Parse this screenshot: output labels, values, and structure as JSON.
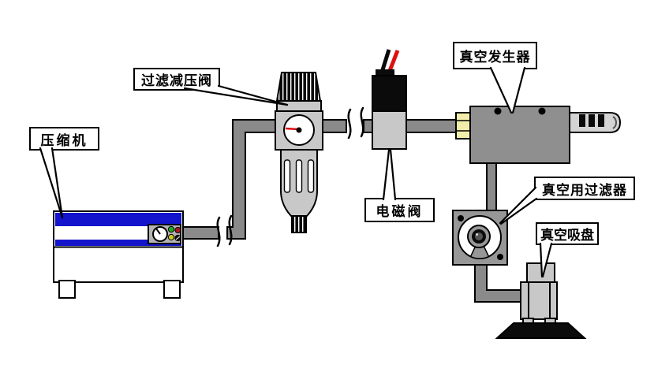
{
  "diagram": {
    "labels": {
      "compressor": "压缩机",
      "filter_regulator": "过滤减压阀",
      "solenoid_valve": "电磁阀",
      "vacuum_generator": "真空发生器",
      "vacuum_filter": "真空用过滤器",
      "vacuum_suction_cup": "真空吸盘"
    },
    "colors": {
      "pipe": "#8a8a8a",
      "component-light": "#c8c8c8",
      "component-mid": "#8f8f8f",
      "muffler": "#d4d4d4",
      "filter-body": "#979797",
      "compressor-blue": "#1414cc",
      "fitting-yellow": "#f2edaa",
      "wire-red": "#dd1111",
      "panel-gray": "#b4b4b4",
      "btn-green": "#22a822",
      "btn-red": "#a81822",
      "btn-yellow": "#c8c822",
      "outline": "#000000"
    }
  }
}
